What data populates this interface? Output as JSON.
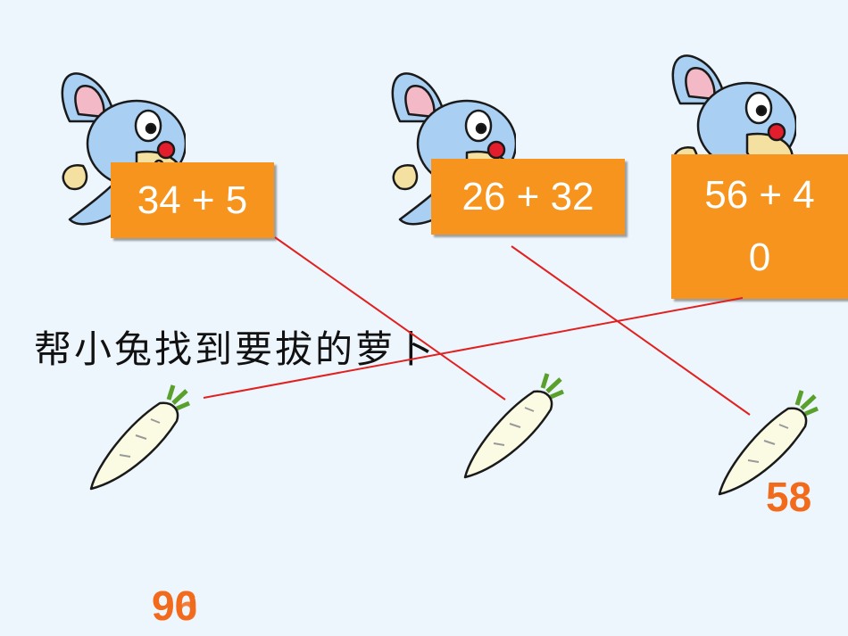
{
  "expressions": [
    {
      "text": "34 + 5"
    },
    {
      "text": "26 + 32"
    },
    {
      "line1": "56 + 4",
      "line2": "0"
    }
  ],
  "instruction": "帮小兔找到要拔的萝卜",
  "answers": {
    "carrot3": "58",
    "carrot1_a": "90",
    "carrot1_b": "96"
  },
  "colors": {
    "box": "#f7941d",
    "answer": "#f26a1b",
    "line": "#e0211f",
    "background": "#eef6fd"
  },
  "icons": [
    "bunny-icon",
    "carrot-icon"
  ]
}
